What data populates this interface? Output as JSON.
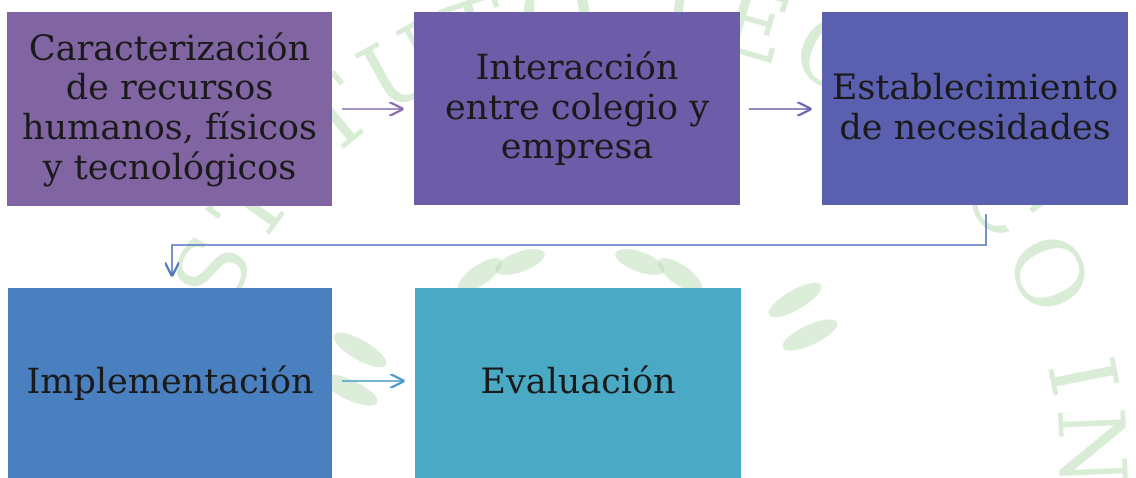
{
  "watermark": {
    "text": "INSTITUTO TÉCNICO INDUSTRIAL",
    "color": "#b9dcb5"
  },
  "steps": [
    {
      "id": "step-1",
      "label": "Caracterización de recursos humanos, físicos y tecnológicos",
      "color": "#8164a2"
    },
    {
      "id": "step-2",
      "label": "Interacción entre colegio y empresa",
      "color": "#6d5ca8"
    },
    {
      "id": "step-3",
      "label": "Establecimiento de necesidades",
      "color": "#5a5fb0"
    },
    {
      "id": "step-4",
      "label": "Implementación",
      "color": "#4a7fc0"
    },
    {
      "id": "step-5",
      "label": "Evaluación",
      "color": "#4aa9c4"
    }
  ],
  "connectors": {
    "arrow_1_2_color": "#8a6eb0",
    "arrow_2_3_color": "#6a66b3",
    "arrow_3_4_color": "#5577bf",
    "arrow_4_5_color": "#4a9bcb"
  }
}
